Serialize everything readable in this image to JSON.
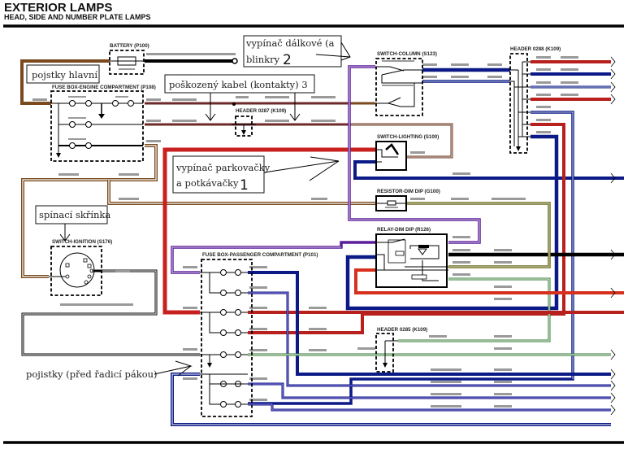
{
  "header": {
    "title": "EXTERIOR LAMPS",
    "subtitle": "HEAD, SIDE AND NUMBER PLATE LAMPS"
  },
  "components": {
    "battery": "BATTERY (P100)",
    "fusebox_engine": "FUSE BOX-ENGINE COMPARTMENT (P108)",
    "header_0287": "HEADER 0287 (K109)",
    "switch_column": "SWITCH-COLUMN (S123)",
    "header_0288": "HEADER 0288 (K109)",
    "switch_lighting": "SWITCH-LIGHTING (S100)",
    "resistor_dim_dip": "RESISTOR-DIM DIP (G100)",
    "relay_dim_dip": "RELAY-DIM DIP (R126)",
    "switch_ignition": "SWITCH-IGNITION (S176)",
    "fusebox_passenger": "FUSE BOX-PASSENGER COMPARTMENT (P101)",
    "header_0285": "HEADER 0285 (K109)"
  },
  "annotations": {
    "main_fuses": "pojstky hlavní",
    "damaged_cable": "poškozený kabel (kontakty)  3",
    "highbeam_switch_line1": "vypínač dálkové (a",
    "highbeam_switch_line2": "blinkry",
    "highbeam_switch_number": "2",
    "parking_switch_line1": "vypínač parkovačky",
    "parking_switch_line2": "a potkávačky",
    "parking_switch_number": "1",
    "ignition_box": "spínací skřínka",
    "gear_lever_fuses": "pojistky (před řadicí pákou)"
  },
  "colors": {
    "brown": "#7a4a1e",
    "red": "#c8201e",
    "dark_red": "#9b2a22",
    "navy": "#0b1a86",
    "purple": "#5a1e9a",
    "olive": "#6b6a1c",
    "green": "#2f7a2f",
    "black": "#000000",
    "maroon": "#6e2a2a",
    "gray_label": "#9a9a9a"
  }
}
